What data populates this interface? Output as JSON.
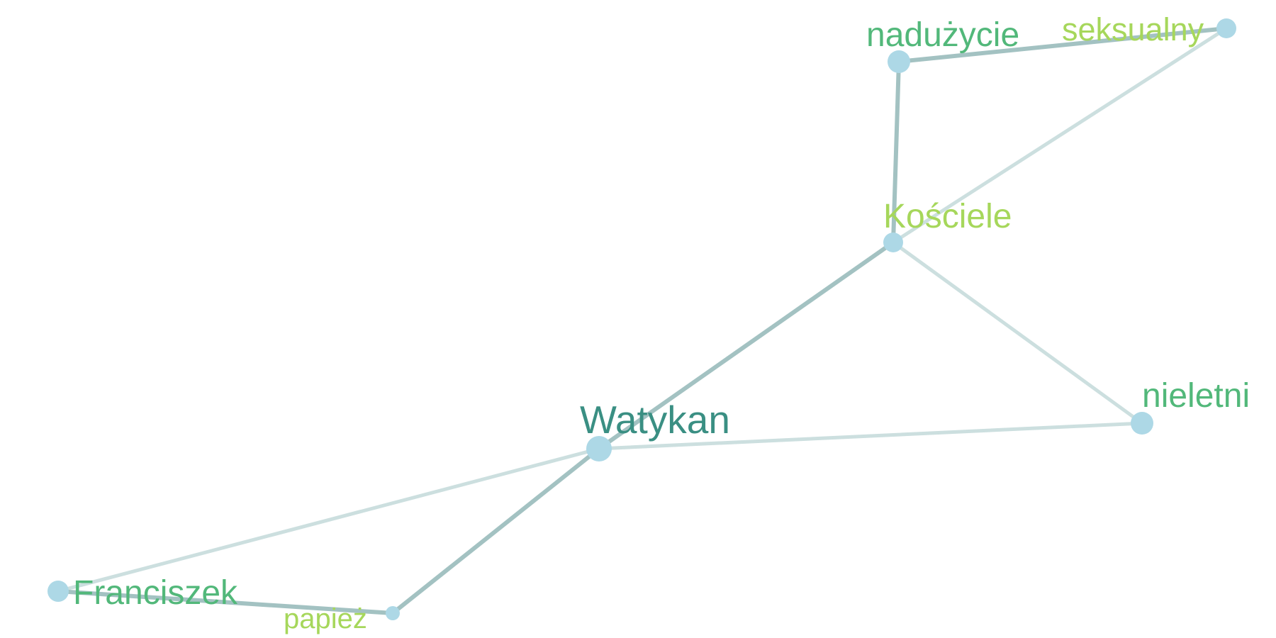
{
  "graph": {
    "nodes": [
      {
        "id": "watykan",
        "label": "Watykan",
        "color": "#3a8f83"
      },
      {
        "id": "koscielne",
        "label": "Kościele",
        "color": "#a6d75b"
      },
      {
        "id": "naduzycie",
        "label": "nadużycie",
        "color": "#52b87a"
      },
      {
        "id": "seksualny",
        "label": "seksualny",
        "color": "#a6d75b"
      },
      {
        "id": "nieletni",
        "label": "nieletni",
        "color": "#52b87a"
      },
      {
        "id": "franciszek",
        "label": "Franciszek",
        "color": "#52b87a"
      },
      {
        "id": "papiez",
        "label": "papież",
        "color": "#a6d75b"
      }
    ],
    "edges": [
      {
        "source": "naduzycie",
        "target": "seksualny",
        "strength": "strong"
      },
      {
        "source": "naduzycie",
        "target": "koscielne",
        "strength": "strong"
      },
      {
        "source": "seksualny",
        "target": "koscielne",
        "strength": "weak"
      },
      {
        "source": "koscielne",
        "target": "watykan",
        "strength": "strong"
      },
      {
        "source": "koscielne",
        "target": "nieletni",
        "strength": "weak"
      },
      {
        "source": "watykan",
        "target": "nieletni",
        "strength": "weak"
      },
      {
        "source": "watykan",
        "target": "franciszek",
        "strength": "weak"
      },
      {
        "source": "watykan",
        "target": "papiez",
        "strength": "strong"
      },
      {
        "source": "franciszek",
        "target": "papiez",
        "strength": "strong"
      }
    ],
    "node_color": "#add8e6",
    "edge_colors": {
      "strong": "#a3c2c2",
      "weak": "#ccdfdf"
    }
  }
}
